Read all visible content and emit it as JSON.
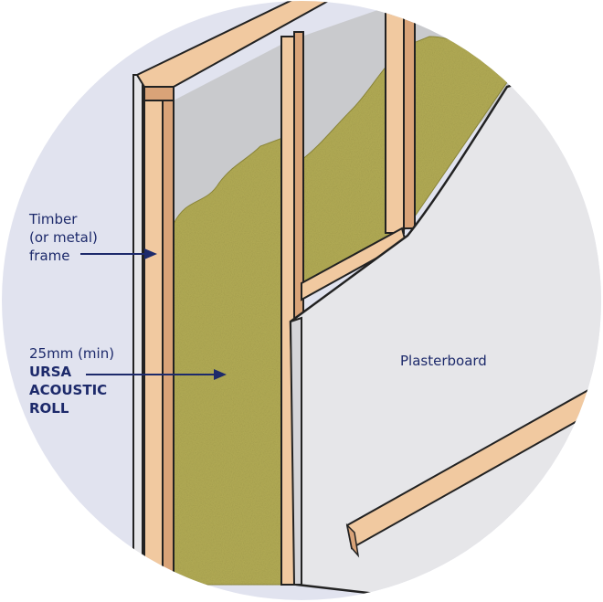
{
  "labels": {
    "frame": [
      "Timber",
      "(or metal)",
      "frame"
    ],
    "insulation_thickness": "25mm (min)",
    "insulation_product": [
      "URSA",
      "ACOUSTIC",
      "ROLL"
    ],
    "plasterboard": "Plasterboard"
  },
  "colors": {
    "background": "#e1e3ef",
    "text": "#1d2a6b",
    "timber_face": "#f1c9a0",
    "timber_side": "#d9a378",
    "insulation": "#b3ac55",
    "plasterboard": "#e6e6e9",
    "cavity": "#c9cacd"
  }
}
